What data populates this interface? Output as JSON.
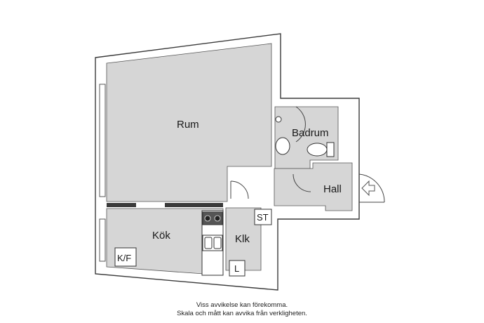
{
  "rooms": {
    "rum": "Rum",
    "badrum": "Badrum",
    "hall": "Hall",
    "kok": "Kök",
    "klk": "Klk",
    "st": "ST",
    "kf": "K/F",
    "l": "L"
  },
  "disclaimer": {
    "line1": "Viss avvikelse kan förekomma.",
    "line2": "Skala och mått kan avvika från verkligheten."
  },
  "icons": {
    "entrance": "entrance-arrow-icon"
  }
}
